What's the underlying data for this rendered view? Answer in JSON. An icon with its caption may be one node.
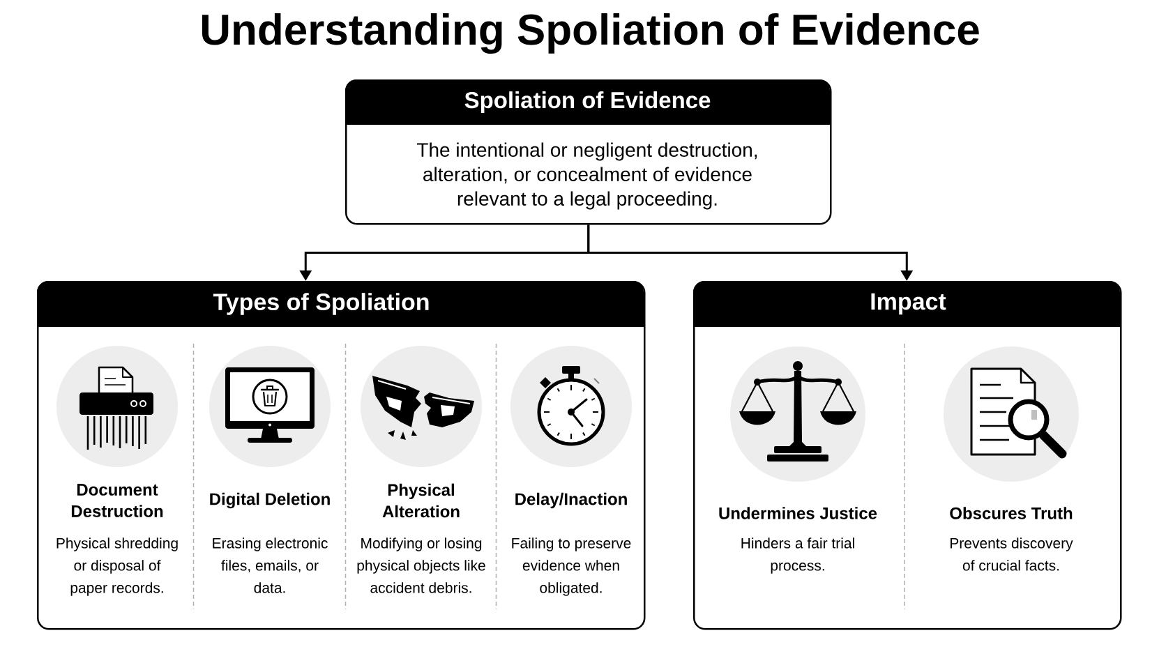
{
  "diagram": {
    "title": "Understanding Spoliation of Evidence",
    "nodes": [
      {
        "text": [
          "Spoliation of Evidence",
          "The intentional or negligent destruction, alteration, or concealment of evidence relevant to a legal proceeding."
        ]
      },
      {
        "text": [
          "Types of Spoliation"
        ]
      },
      {
        "text": [
          "Document Destruction",
          "Physical shredding or disposal of paper records."
        ],
        "in": 1
      },
      {
        "text": [
          "Digital Deletion",
          "Erasing electronic files, emails, or data."
        ],
        "in": 1
      },
      {
        "text": [
          "Physical Alteration",
          "Modifying or losing physical objects like accident debris."
        ],
        "in": 1
      },
      {
        "text": [
          "Delay/Inaction",
          "Failing to preserve evidence when obligated."
        ],
        "in": 1
      },
      {
        "text": [
          "Impact"
        ]
      },
      {
        "text": [
          "Undermines Justice",
          "Hinders a fair trial process."
        ],
        "in": 6
      },
      {
        "text": [
          "Obscures Truth",
          "Prevents discovery of crucial facts."
        ],
        "in": 6
      }
    ],
    "edges": [
      {
        "from": 0,
        "to": 1,
        "arrow": "to"
      },
      {
        "from": 0,
        "to": 6,
        "arrow": "to"
      }
    ]
  }
}
